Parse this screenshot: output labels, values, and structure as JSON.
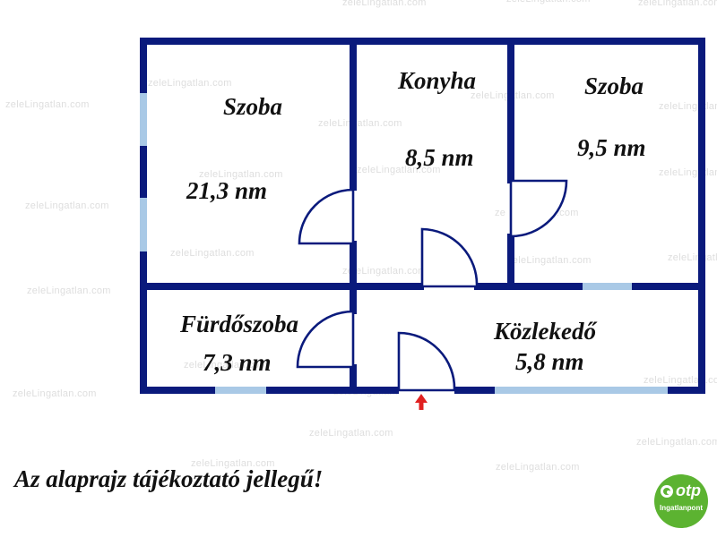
{
  "rooms": [
    {
      "name": "Szoba",
      "area": "21,3 nm"
    },
    {
      "name": "Konyha",
      "area": "8,5 nm"
    },
    {
      "name": "Szoba",
      "area": "9,5 nm"
    },
    {
      "name": "Fürdőszoba",
      "area": "7,3 nm"
    },
    {
      "name": "Közlekedő",
      "area": "5,8 nm"
    }
  ],
  "note": "Az alaprajz tájékoztató jellegű!",
  "watermark": "zeleLingatlan.com",
  "logo": {
    "brand": "otp",
    "sub": "Ingatlanpont"
  },
  "colors": {
    "wall": "#0a1a7c",
    "window": "#a9c9e6",
    "entrance_arrow": "#e02020",
    "logo": "#5cb331"
  },
  "icons": {
    "entrance": "entrance-arrow-icon",
    "logo": "otp-logo-icon"
  }
}
